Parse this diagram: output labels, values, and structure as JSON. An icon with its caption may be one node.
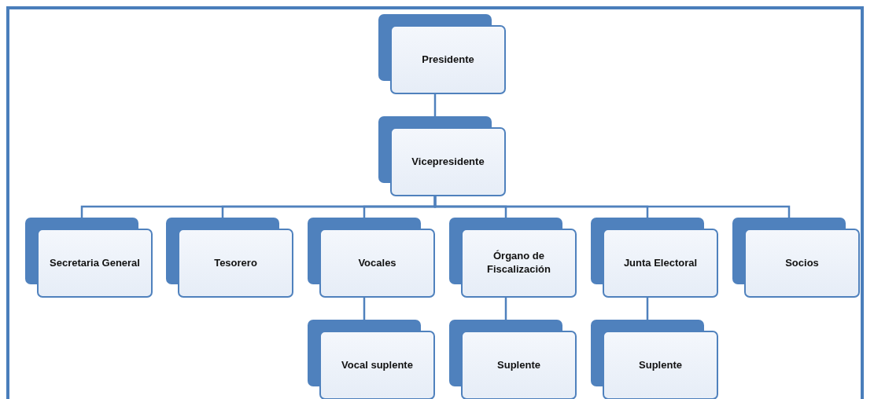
{
  "diagram": {
    "nodes": [
      {
        "text": [
          "Presidente"
        ]
      },
      {
        "text": [
          "Vicepresidente"
        ]
      },
      {
        "text": [
          "Secretaria General"
        ]
      },
      {
        "text": [
          "Tesorero"
        ]
      },
      {
        "text": [
          "Vocales"
        ]
      },
      {
        "text": [
          "Órgano de Fiscalización"
        ]
      },
      {
        "text": [
          "Junta Electoral"
        ]
      },
      {
        "text": [
          "Socios"
        ]
      },
      {
        "text": [
          "Vocal suplente"
        ]
      },
      {
        "text": [
          "Suplente"
        ]
      },
      {
        "text": [
          "Suplente"
        ]
      }
    ],
    "edges": [
      {
        "from": 0,
        "to": 1,
        "arrow": "none"
      },
      {
        "from": 1,
        "to": 2,
        "arrow": "none"
      },
      {
        "from": 1,
        "to": 3,
        "arrow": "none"
      },
      {
        "from": 1,
        "to": 4,
        "arrow": "none"
      },
      {
        "from": 1,
        "to": 5,
        "arrow": "none"
      },
      {
        "from": 1,
        "to": 6,
        "arrow": "none"
      },
      {
        "from": 1,
        "to": 7,
        "arrow": "none"
      },
      {
        "from": 4,
        "to": 8,
        "arrow": "none"
      },
      {
        "from": 5,
        "to": 9,
        "arrow": "none"
      },
      {
        "from": 6,
        "to": 10,
        "arrow": "none"
      }
    ]
  }
}
